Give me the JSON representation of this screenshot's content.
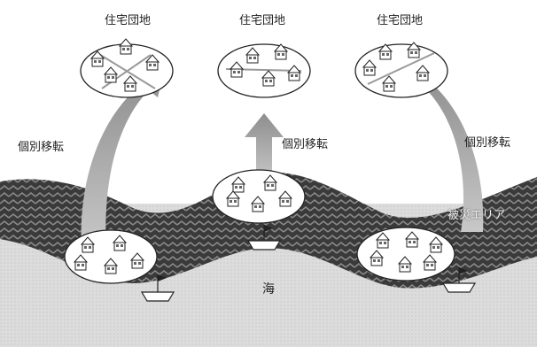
{
  "labels": {
    "housing_area": "住宅団地",
    "relocation": "個別移転",
    "damage_area": "被災エリア",
    "sea": "海"
  }
}
